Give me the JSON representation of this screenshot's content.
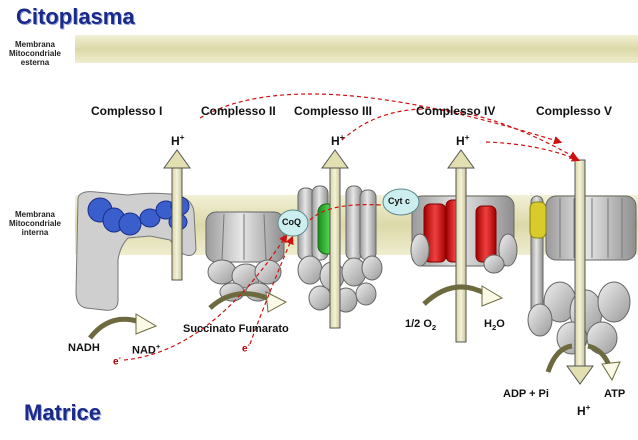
{
  "labels": {
    "cytoplasm": "Citoplasma",
    "matrix": "Matrice",
    "outer_membrane": [
      "Membrana",
      "Mitocondriale",
      "esterna"
    ],
    "inner_membrane": [
      "Membrana",
      "Mitocondriale",
      "interna"
    ]
  },
  "complexes": [
    {
      "name": "Complesso I"
    },
    {
      "name": "Complesso II"
    },
    {
      "name": "Complesso III"
    },
    {
      "name": "Complesso IV"
    },
    {
      "name": "Complesso V"
    }
  ],
  "carriers": {
    "coq": "CoQ",
    "cyt_c": "Cyt c"
  },
  "proton": {
    "base": "H",
    "charge": "+"
  },
  "metabolites": {
    "nadh": "NADH",
    "nad_base": "NAD",
    "nad_charge": "+",
    "succinate_fumarate": "Succinato Fumarato",
    "o2_prefix": "1/2 O",
    "o2_sub": "2",
    "h2o_base": "H",
    "h2o_sub": "2",
    "h2o_suffix": "O",
    "adp_pi": "ADP + Pi",
    "atp": "ATP"
  },
  "electron": {
    "base": "e",
    "charge": "-"
  },
  "colors": {
    "membrane": "#e6e4bd",
    "protein_gray": "#c8c8c8",
    "complex1_blue": "#3a5fcd",
    "complex3_green": "#2fb52f",
    "complex4_red": "#d81818",
    "carrier_cyan": "#cdeeee",
    "atp_yellow": "#d8cc2a",
    "electron_path": "#d01010",
    "title_blue": "#1a2a8a"
  }
}
